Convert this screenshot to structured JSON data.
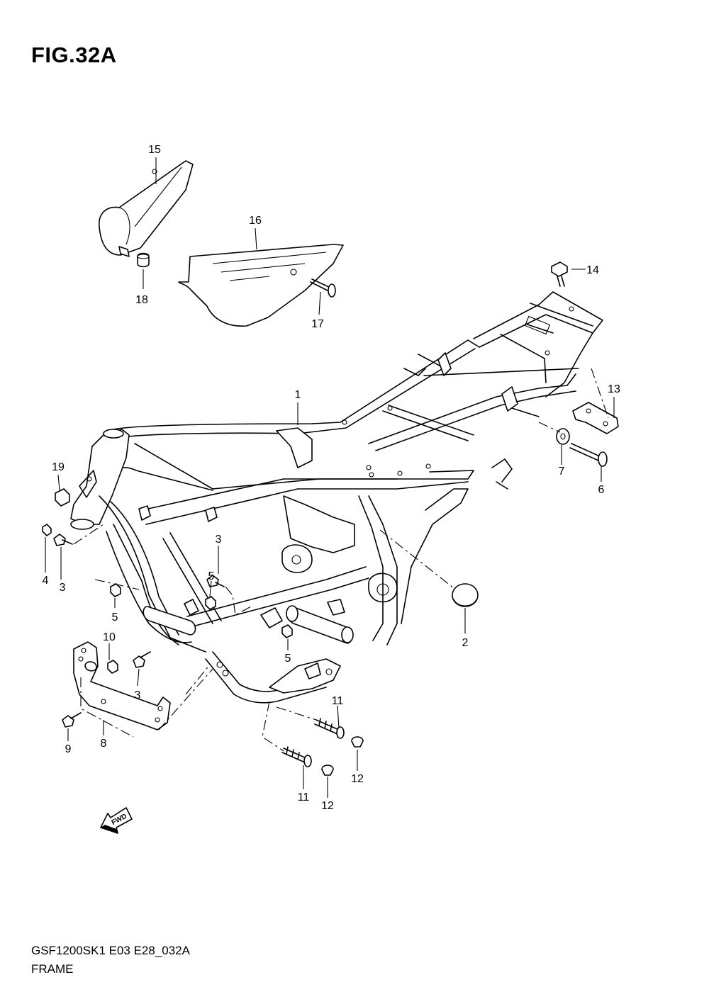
{
  "figure": {
    "title": "FIG.32A"
  },
  "direction_marker": {
    "text": "FWD",
    "icon": "forward-arrow-icon"
  },
  "callouts": [
    "1",
    "2",
    "3",
    "3",
    "3",
    "4",
    "5",
    "5",
    "5",
    "6",
    "7",
    "8",
    "9",
    "10",
    "11",
    "11",
    "12",
    "12",
    "13",
    "14",
    "15",
    "16",
    "17",
    "18",
    "19"
  ],
  "footer": {
    "code": "GSF1200SK1 E03 E28_032A",
    "name": "FRAME"
  }
}
